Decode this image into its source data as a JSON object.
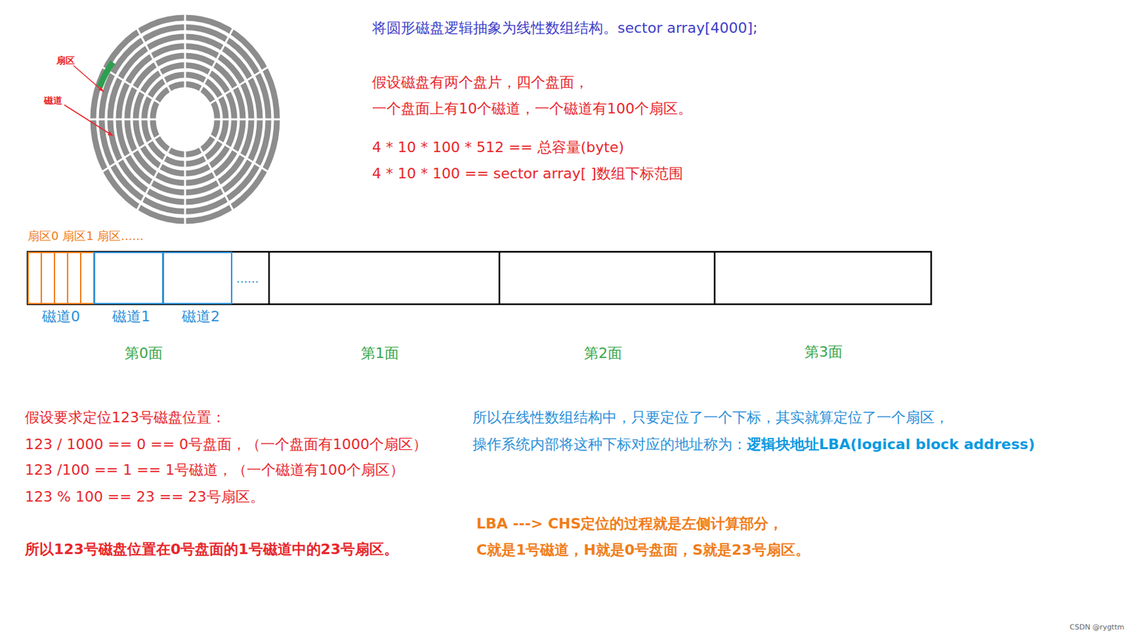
{
  "diagram": {
    "labels": [
      "扇区",
      "磁道",
      "将圆形磁盘逻辑抽象为线性数组结构。sector array[4000];",
      "假设磁盘有两个盘片，四个盘面，",
      "一个盘面上有10个磁道，一个磁道有100个扇区。",
      "4 * 10 * 100 * 512 == 总容量(byte)",
      "4 * 10 * 100 == sector array[ ]数组下标范围",
      "扇区0 扇区1 扇区......",
      "......",
      "磁道0",
      "磁道1",
      "磁道2",
      "第0面",
      "第1面",
      "第2面",
      "第3面",
      "假设要求定位123号磁盘位置：",
      "123 / 1000 == 0 == 0号盘面，（一个盘面有1000个扇区）",
      "123 /100 == 1 == 1号磁道，（一个磁道有100个扇区）",
      "123 % 100 == 23 == 23号扇区。",
      "所以123号磁盘位置在0号盘面的1号磁道中的23号扇区。",
      "所以在线性数组结构中，只要定位了一个下标，其实就算定位了一个扇区，",
      "操作系统内部将这种下标对应的地址称为：",
      "逻辑块地址LBA(logical block address)",
      "LBA ---> CHS定位的过程就是左侧计算部分，",
      "C就是1号磁道，H就是0号盘面，S就是23号扇区。",
      "CSDN @rygttm"
    ]
  }
}
